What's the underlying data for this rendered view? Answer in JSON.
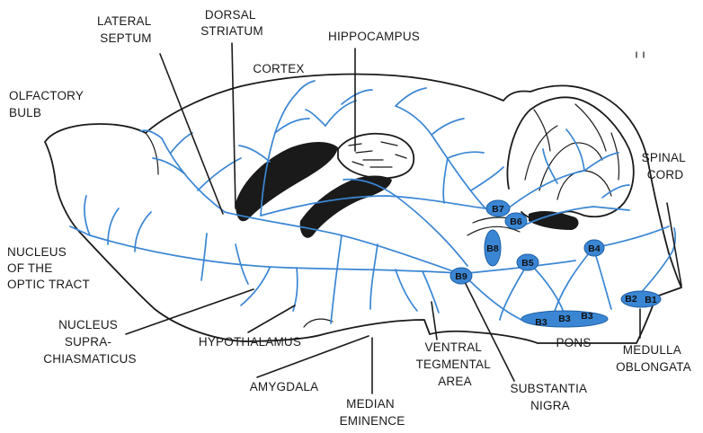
{
  "labels": {
    "lateral_septum": [
      "LATERAL",
      "SEPTUM"
    ],
    "dorsal_striatum": [
      "DORSAL",
      "STRIATUM"
    ],
    "hippocampus": [
      "HIPPOCAMPUS"
    ],
    "cortex": [
      "CORTEX"
    ],
    "olfactory_bulb": [
      "OLFACTORY",
      "BULB"
    ],
    "spinal_cord": [
      "SPINAL",
      "CORD"
    ],
    "nucleus_optic_tract": [
      "NUCLEUS",
      "OF THE",
      "OPTIC TRACT"
    ],
    "nucleus_suprachiasmaticus": [
      "NUCLEUS",
      "SUPRA-",
      "CHIASMATICUS"
    ],
    "hypothalamus": [
      "HYPOTHALAMUS"
    ],
    "amygdala": [
      "AMYGDALA"
    ],
    "median_eminence": [
      "MEDIAN",
      "EMINENCE"
    ],
    "ventral_tegmental_area": [
      "VENTRAL",
      "TEGMENTAL",
      "AREA"
    ],
    "substantia_nigra": [
      "SUBSTANTIA",
      "NIGRA"
    ],
    "pons": [
      "PONS"
    ],
    "medulla_oblongata": [
      "MEDULLA",
      "OBLONGATA"
    ]
  },
  "nuclei": {
    "b1": "B1",
    "b2": "B2",
    "b3a": "B3",
    "b3b": "B3",
    "b3c": "B3",
    "b4": "B4",
    "b5": "B5",
    "b6": "B6",
    "b7": "B7",
    "b8": "B8",
    "b9": "B9"
  },
  "colors": {
    "fiber": "#3a86d4",
    "outline": "#1a1a1a"
  }
}
